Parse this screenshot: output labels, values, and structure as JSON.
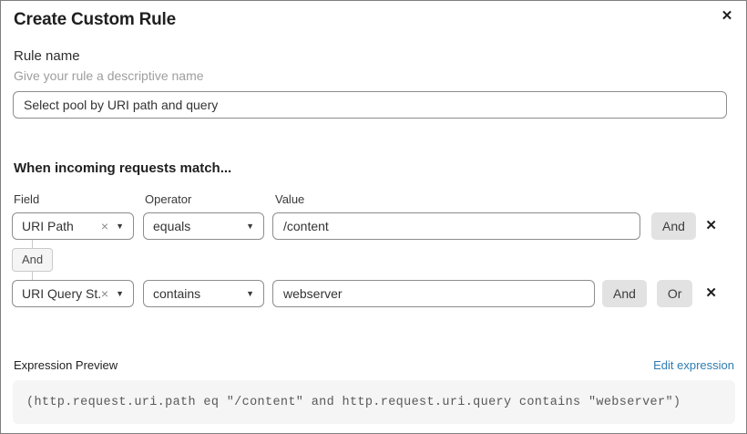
{
  "dialog": {
    "title": "Create Custom Rule",
    "close_icon": "✕"
  },
  "rule_name": {
    "label": "Rule name",
    "helper": "Give your rule a descriptive name",
    "value": "Select pool by URI path and query"
  },
  "match": {
    "heading": "When incoming requests match...",
    "columns": {
      "field": "Field",
      "operator": "Operator",
      "value": "Value"
    },
    "rows": [
      {
        "field": "URI Path",
        "operator": "equals",
        "value": "/content"
      },
      {
        "field": "URI Query St...",
        "operator": "contains",
        "value": "webserver"
      }
    ],
    "connector": "And",
    "and_label": "And",
    "or_label": "Or",
    "remove_icon": "✕",
    "clear_icon": "×",
    "chevron_icon": "▼"
  },
  "expression": {
    "label": "Expression Preview",
    "edit_link": "Edit expression",
    "code": "(http.request.uri.path eq \"/content\" and http.request.uri.query contains \"webserver\")"
  },
  "colors": {
    "link_blue": "#2e7db3",
    "button_gray": "#e2e2e2",
    "code_background": "#f5f5f5",
    "border_gray": "#8d8d8d"
  }
}
